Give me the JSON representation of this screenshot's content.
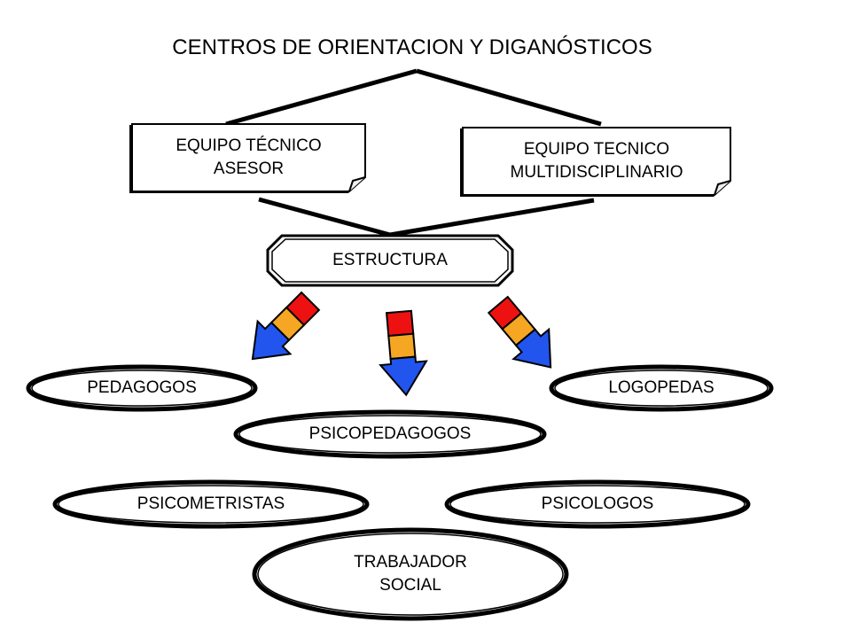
{
  "title": "CENTROS DE ORIENTACION Y DIGANÓSTICOS",
  "teams": [
    {
      "line1": "EQUIPO TÉCNICO",
      "line2": "ASESOR"
    },
    {
      "line1": "EQUIPO TECNICO",
      "line2": "MULTIDISCIPLINARIO"
    }
  ],
  "structure_label": "ESTRUCTURA",
  "roles": {
    "pedagogos": "PEDAGOGOS",
    "logopedas": "LOGOPEDAS",
    "psicopedagogos": "PSICOPEDAGOGOS",
    "psicometristas": "PSICOMETRISTAS",
    "psicologos": "PSICOLOGOS",
    "trabajador_social_line1": "TRABAJADOR",
    "trabajador_social_line2": "SOCIAL"
  },
  "colors": {
    "arrow_red": "#ee1111",
    "arrow_orange": "#f5a623",
    "arrow_blue": "#2255ee",
    "line": "#000000"
  }
}
